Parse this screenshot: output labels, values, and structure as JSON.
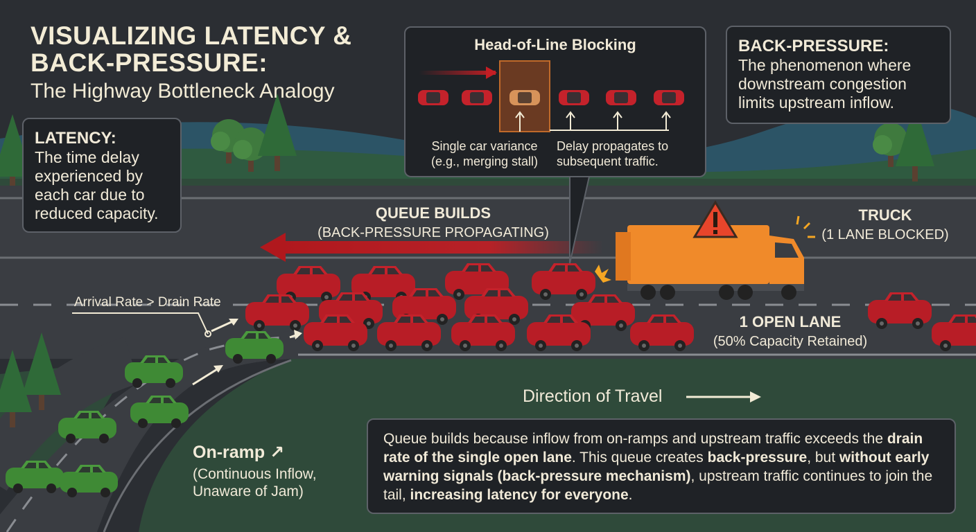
{
  "title": {
    "line1": "VISUALIZING LATENCY &",
    "line2": "BACK-PRESSURE:",
    "subtitle": "The Highway Bottleneck Analogy"
  },
  "latency_box": {
    "heading": "LATENCY:",
    "body": "The time delay experienced by each car due to reduced capacity."
  },
  "hol_box": {
    "heading": "Head-of-Line Blocking",
    "caption_left": "Single car variance (e.g., merging stall)",
    "caption_right": "Delay propagates to subsequent traffic."
  },
  "backpressure_box": {
    "heading": "BACK-PRESSURE:",
    "body": "The phenomenon where downstream congestion limits upstream inflow."
  },
  "labels": {
    "queue_main": "QUEUE BUILDS",
    "queue_sub": "(BACK-PRESSURE PROPAGATING)",
    "truck_main": "TRUCK",
    "truck_sub": "(1 LANE BLOCKED)",
    "open_main": "1 OPEN LANE",
    "open_sub": "(50% Capacity Retained)",
    "arrival": "Arrival Rate > Drain Rate",
    "direction": "Direction of Travel",
    "onramp_main": "On-ramp ↗",
    "onramp_sub1": "(Continuous Inflow,",
    "onramp_sub2": "Unaware of Jam)"
  },
  "summary": {
    "t1": "Queue builds because inflow from on-ramps and upstream traffic exceeds the ",
    "b1": "drain rate of the single open lane",
    "t2": ". This queue creates ",
    "b2": "back-pressure",
    "t3": ", but ",
    "b3": "without early warning signals (back-pressure mechanism)",
    "t4": ", upstream traffic continues to join the tail, ",
    "b4": "increasing latency for everyone",
    "t5": "."
  },
  "colors": {
    "background": "#2b2e33",
    "road": "#3a3d42",
    "grass": "#2f4a3a",
    "car_red": "#c4222b",
    "car_green": "#4b9a3e",
    "truck": "#f08a2a",
    "arrow_red": "#c41e24",
    "text": "#f3ecd6"
  }
}
